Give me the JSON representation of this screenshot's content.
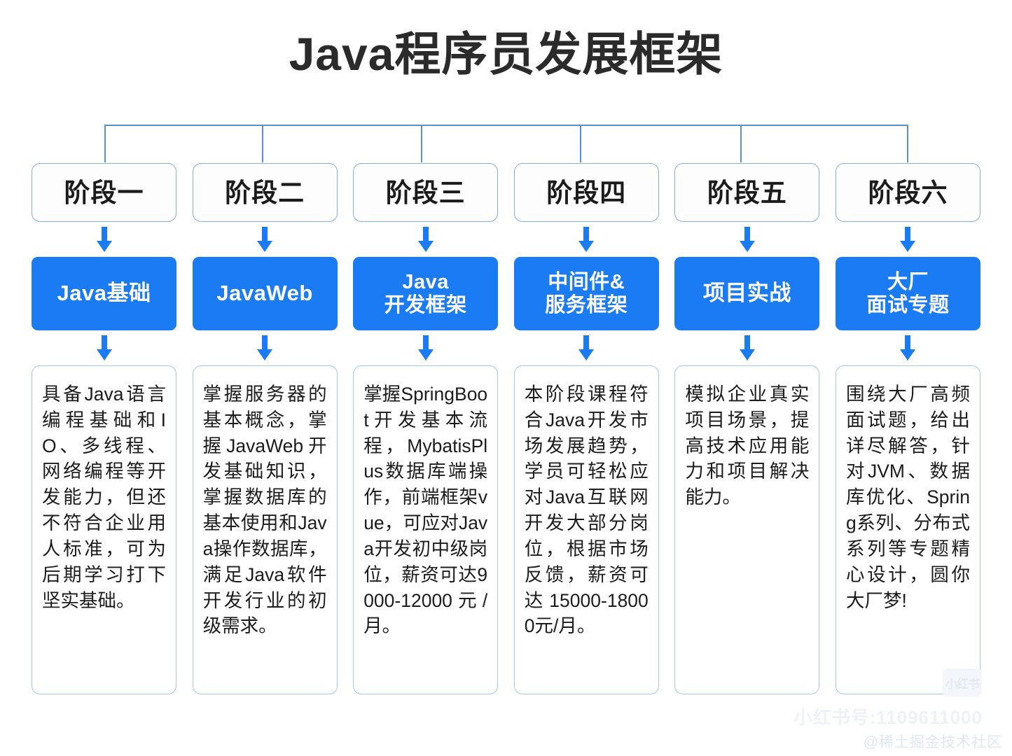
{
  "page": {
    "title": "Java程序员发展框架",
    "background": "#ffffff",
    "accent_blue": "#1b7bf2",
    "border_blue": "#a9c6e6",
    "title_color": "#2b2b2b"
  },
  "connector": {
    "type": "bracket",
    "color": "#5b8fc9",
    "branch_count": 6
  },
  "arrow": {
    "icon": "arrow-down-icon",
    "color": "#1b7bf2"
  },
  "columns": [
    {
      "stage": "阶段一",
      "topic": "Java基础",
      "topic_lines": 1,
      "description": "具备Java语言编程基础和IO、多线程、网络编程等开发能力，但还不符合企业用人标准，可为后期学习打下坚实基础。"
    },
    {
      "stage": "阶段二",
      "topic": "JavaWeb",
      "topic_lines": 1,
      "description": "掌握服务器的基本概念，掌握JavaWeb开发基础知识，掌握数据库的基本使用和Java操作数据库，满足Java软件开发行业的初级需求。"
    },
    {
      "stage": "阶段三",
      "topic": "Java\n开发框架",
      "topic_lines": 2,
      "description": "掌握SpringBoot开发基本流程，MybatisPlus数据库端操作，前端框架vue，可应对Java开发初中级岗位，薪资可达9000-12000元/月。"
    },
    {
      "stage": "阶段四",
      "topic": "中间件&\n服务框架",
      "topic_lines": 2,
      "description": "本阶段课程符合Java开发市场发展趋势，学员可轻松应对Java互联网开发大部分岗位，根据市场反馈，薪资可达15000-18000元/月。"
    },
    {
      "stage": "阶段五",
      "topic": "项目实战",
      "topic_lines": 1,
      "description": "模拟企业真实项目场景，提高技术应用能力和项目解决能力。"
    },
    {
      "stage": "阶段六",
      "topic": "大厂\n面试专题",
      "topic_lines": 2,
      "description": "围绕大厂高频面试题，给出详尽解答，针对JVM、数据库优化、Spring系列、分布式系列等专题精心设计，圆你大厂梦!"
    }
  ],
  "watermarks": {
    "logo_text": "小红书",
    "xiaohongshu_id": "小红书号:1109611000",
    "site": "@稀土掘金技术社区"
  }
}
